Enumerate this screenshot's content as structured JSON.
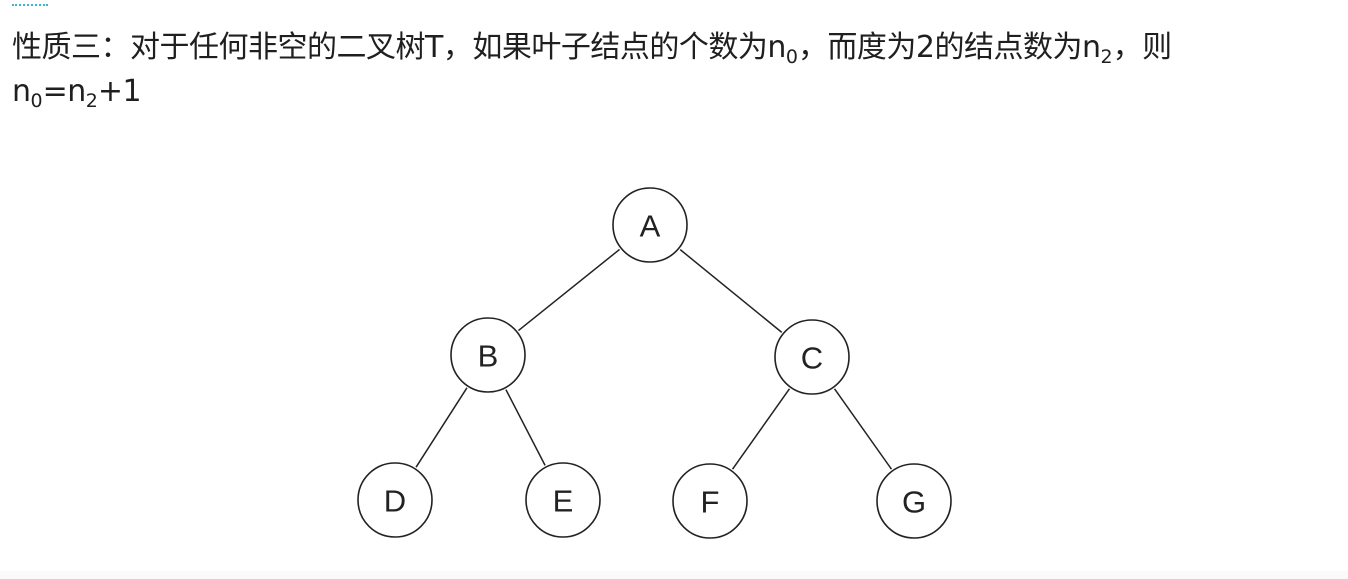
{
  "property": {
    "line1_main": "性质三：对于任何非空的二叉树T，如果叶子结点的个数为n",
    "sub_0": "0",
    "line1_mid": "，而度为2的结点数为n",
    "sub_2": "2",
    "line1_end": "，则",
    "line2_n": "n",
    "line2_sub0": "0",
    "line2_eq": "=n",
    "line2_sub2": "2",
    "line2_end": "+1"
  },
  "tree": {
    "nodes": [
      {
        "id": "A",
        "label": "A"
      },
      {
        "id": "B",
        "label": "B"
      },
      {
        "id": "C",
        "label": "C"
      },
      {
        "id": "D",
        "label": "D"
      },
      {
        "id": "E",
        "label": "E"
      },
      {
        "id": "F",
        "label": "F"
      },
      {
        "id": "G",
        "label": "G"
      }
    ],
    "edges": [
      [
        "A",
        "B"
      ],
      [
        "A",
        "C"
      ],
      [
        "B",
        "D"
      ],
      [
        "B",
        "E"
      ],
      [
        "C",
        "F"
      ],
      [
        "C",
        "G"
      ]
    ]
  }
}
